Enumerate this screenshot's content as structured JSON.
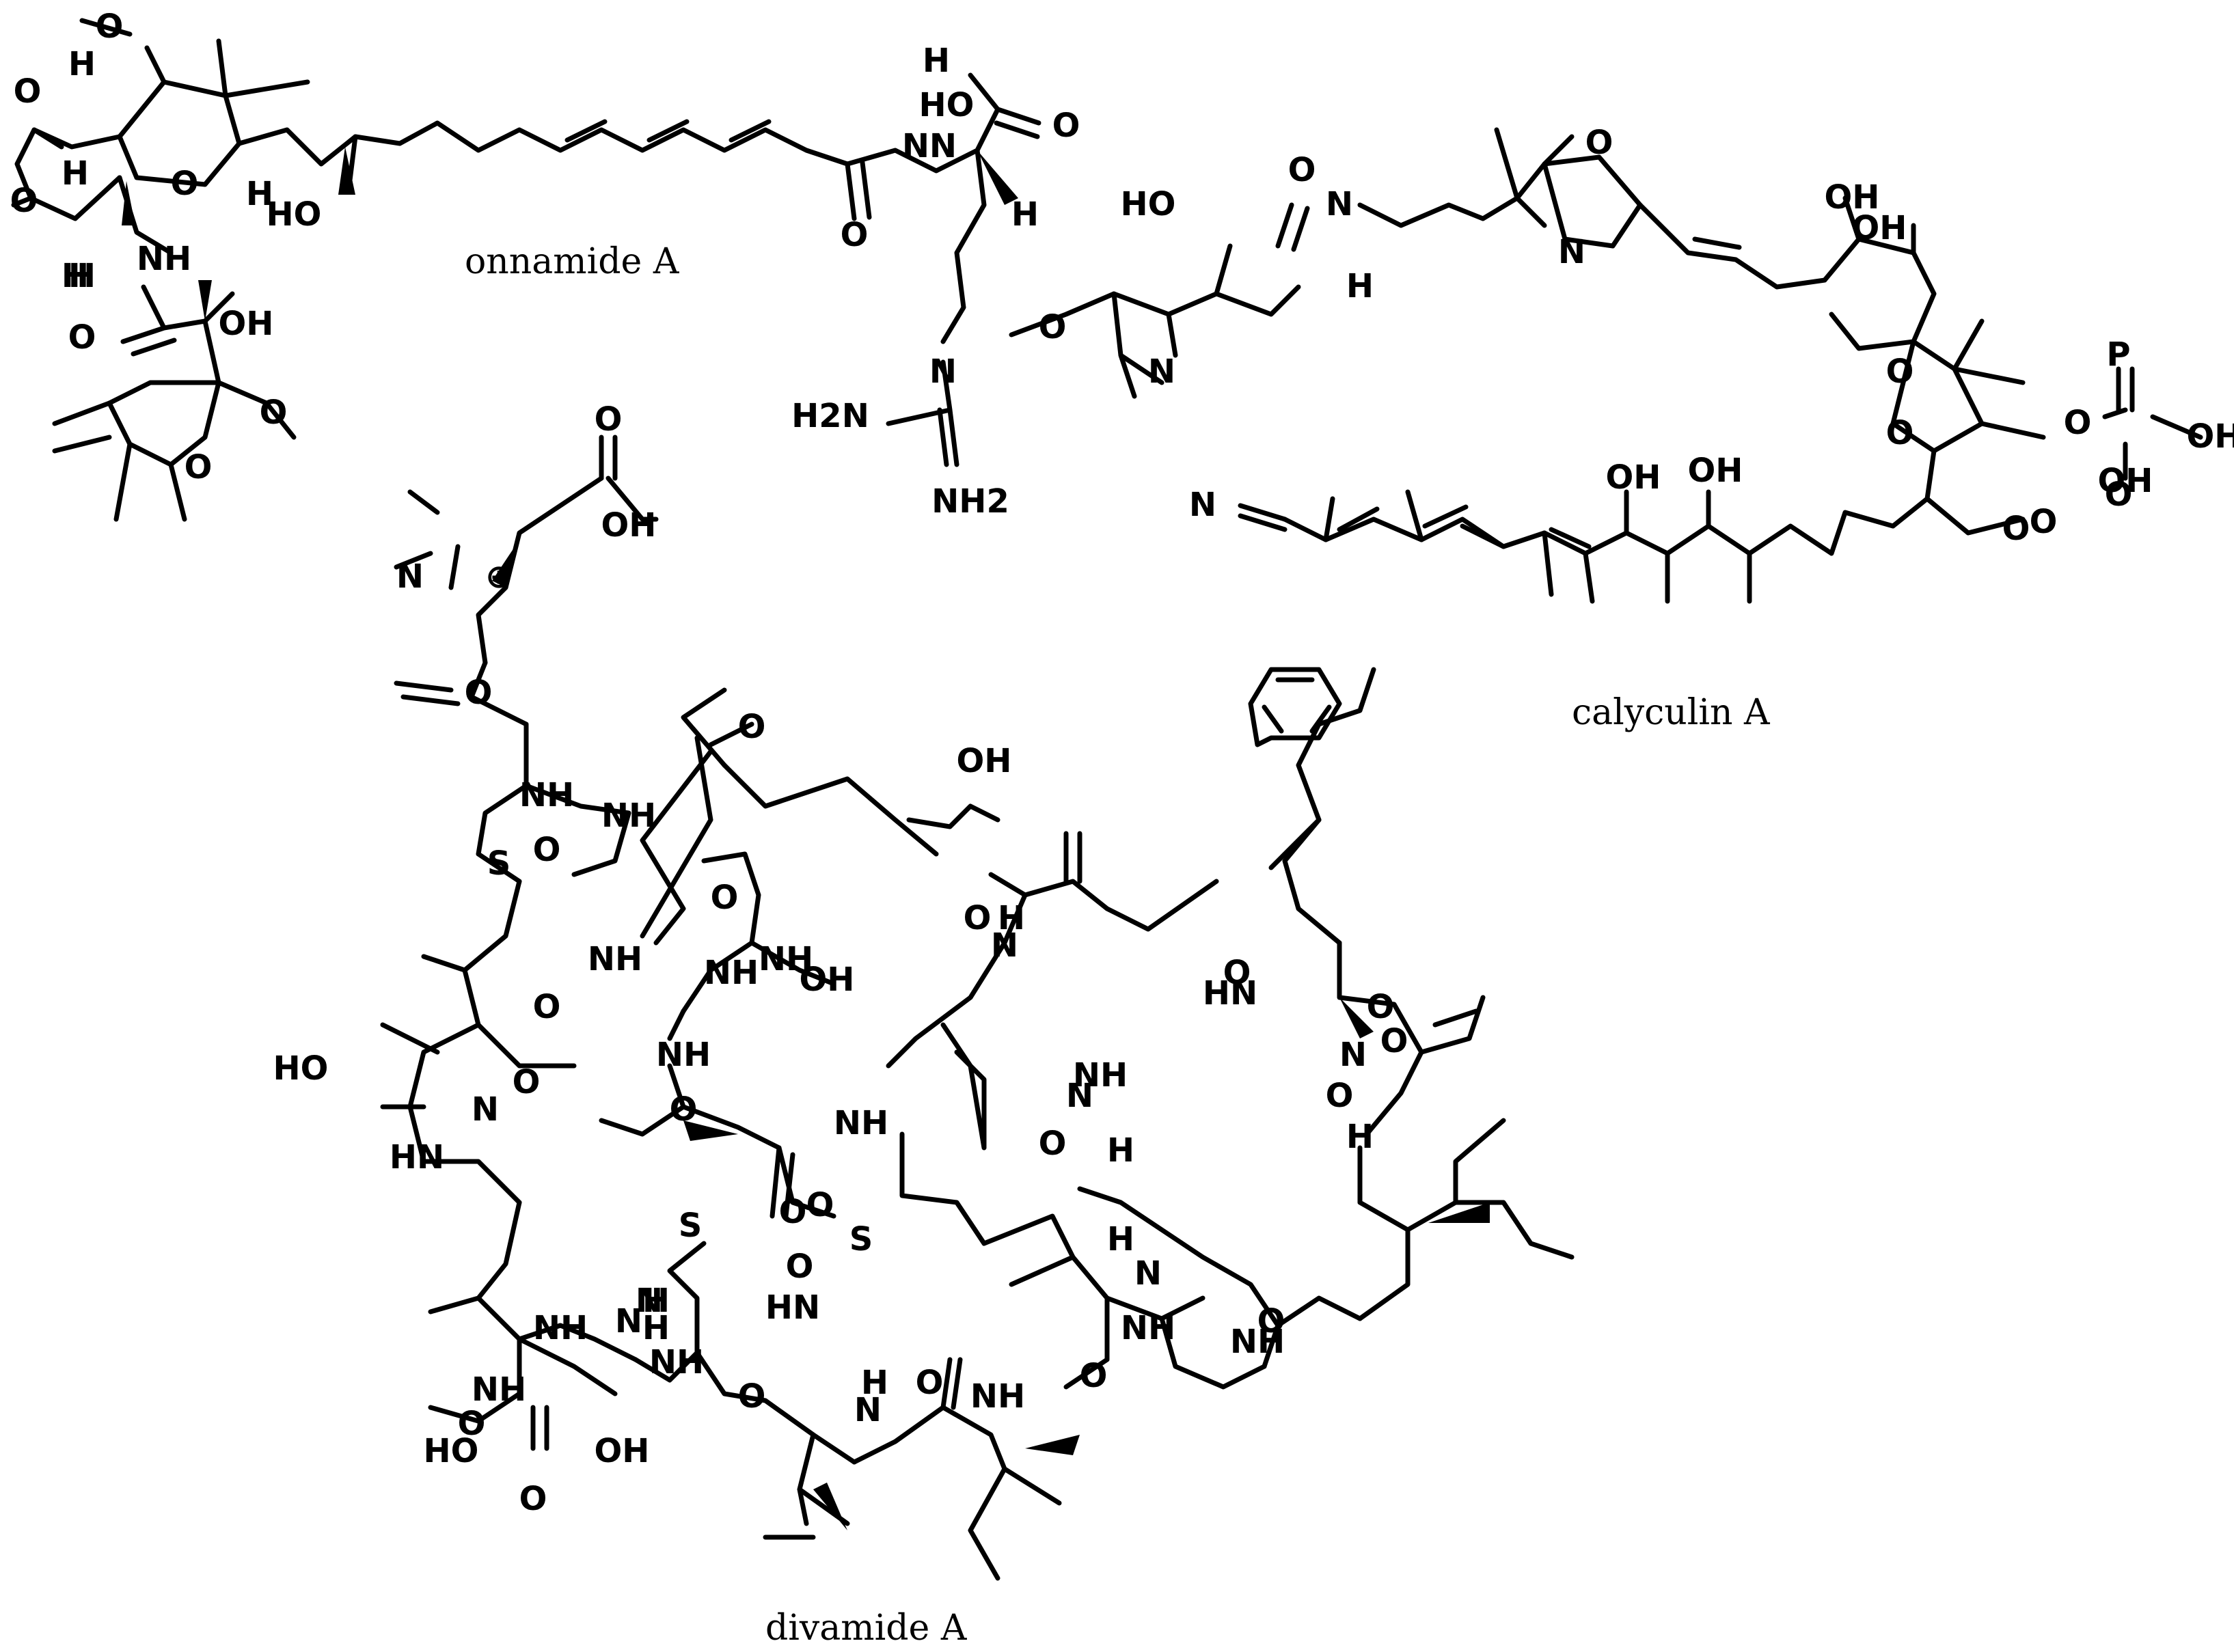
{
  "figure": {
    "compounds": [
      {
        "id": "onnamide",
        "name": "onnamide A",
        "labels": [
          "O",
          "H",
          "O",
          "O",
          "H",
          "O",
          "H",
          "H",
          "HO",
          "NH",
          "H",
          "O",
          "OH",
          "O",
          "O",
          "H",
          "N",
          "HO",
          "O",
          "O",
          "N",
          "H2N",
          "NH2",
          "N",
          "H"
        ]
      },
      {
        "id": "calyculin",
        "name": "calyculin A",
        "labels": [
          "HO",
          "O",
          "N",
          "H",
          "O",
          "N",
          "N",
          "O",
          "OH",
          "O",
          "O",
          "OH",
          "O",
          "P",
          "O",
          "OH",
          "OH",
          "O",
          "N",
          "OH",
          "OH",
          "O"
        ]
      },
      {
        "id": "divamide",
        "name": "divamide A",
        "labels": [
          "O",
          "OH",
          "N",
          "O",
          "NH",
          "O",
          "OH",
          "S",
          "O",
          "NH",
          "NH",
          "O",
          "NH",
          "NH",
          "OH",
          "O",
          "NH",
          "HO",
          "O",
          "N",
          "HN",
          "S",
          "O",
          "NH",
          "O",
          "NH",
          "N",
          "H",
          "S",
          "O",
          "HN",
          "O",
          "NH",
          "O",
          "NH",
          "H",
          "N",
          "O",
          "HO",
          "OH",
          "O",
          "N",
          "H",
          "O",
          "NH",
          "O",
          "NH",
          "N",
          "H",
          "O",
          "NH",
          "O",
          "H",
          "N",
          "O",
          "O",
          "HN",
          "O",
          "NH",
          "N",
          "H",
          "O",
          "N",
          "H",
          "O"
        ]
      }
    ],
    "charge_symbol": "⊕"
  }
}
